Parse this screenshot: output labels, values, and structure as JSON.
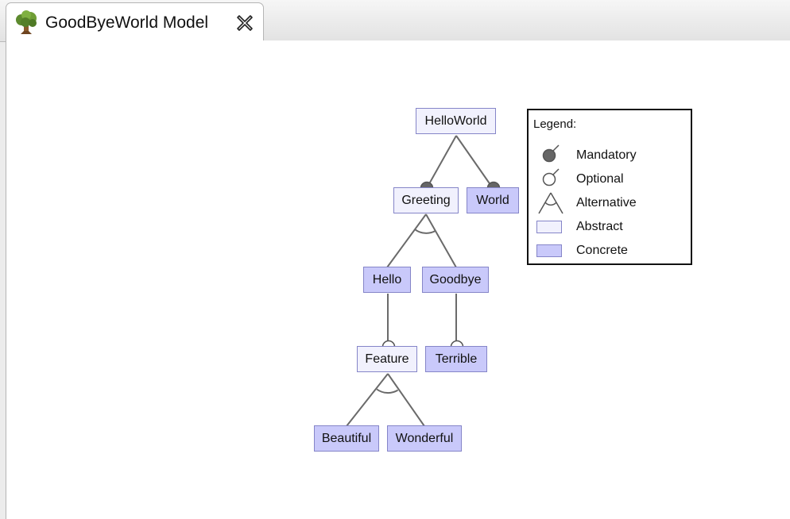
{
  "tab": {
    "title": "GoodByeWorld Model",
    "icon": "tree-icon",
    "close_icon": "close-icon"
  },
  "model": {
    "root": "HelloWorld",
    "greeting": "Greeting",
    "world": "World",
    "hello": "Hello",
    "goodbye": "Goodbye",
    "feature": "Feature",
    "terrible": "Terrible",
    "beautiful": "Beautiful",
    "wonderful": "Wonderful"
  },
  "legend": {
    "title": "Legend:",
    "mandatory": "Mandatory",
    "optional": "Optional",
    "alternative": "Alternative",
    "abstract": "Abstract",
    "concrete": "Concrete"
  },
  "colors": {
    "abstract_fill": "#f1f1fd",
    "concrete_fill": "#c9c9fa",
    "node_border": "#8585c8",
    "connector": "#6a6a6a"
  }
}
